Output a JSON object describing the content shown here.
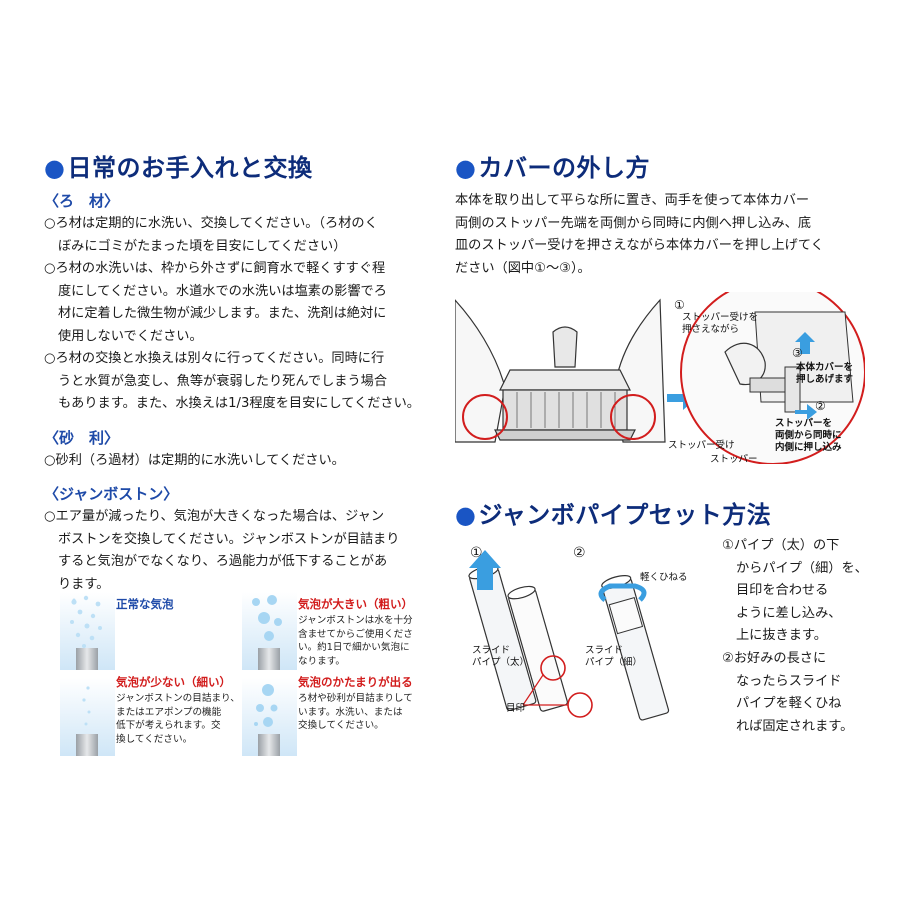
{
  "care": {
    "title": "日常のお手入れと交換",
    "filter": {
      "heading": "〈ろ　材〉",
      "lines": [
        "○ろ材は定期的に水洗い、交換してください。（ろ材のく",
        "ぼみにゴミがたまった頃を目安にしてください）",
        "○ろ材の水洗いは、枠から外さずに飼育水で軽くすすぐ程",
        "度にしてください。水道水での水洗いは塩素の影響でろ",
        "材に定着した微生物が減少します。また、洗剤は絶対に",
        "使用しないでください。",
        "○ろ材の交換と水換えは別々に行ってください。同時に行",
        "うと水質が急変し、魚等が衰弱したり死んでしまう場合",
        "もあります。また、水換えは1/3程度を目安にしてください。"
      ]
    },
    "gravel": {
      "heading": "〈砂　利〉",
      "lines": [
        "○砂利（ろ過材）は定期的に水洗いしてください。"
      ]
    },
    "jumbo": {
      "heading": "〈ジャンボストン〉",
      "lines": [
        "○エア量が減ったり、気泡が大きくなった場合は、ジャン",
        "ボストンを交換してください。ジャンボストンが目詰まり",
        "すると気泡がでなくなり、ろ過能力が低下することがあ",
        "ります。"
      ]
    },
    "bubbles": {
      "normal": {
        "label": "正常な気泡"
      },
      "large": {
        "label": "気泡が大きい（粗い）",
        "lines": [
          "ジャンボストンは水を十分",
          "含ませてからご使用くださ",
          "い。約1日で細かい気泡に",
          "なります。"
        ]
      },
      "few": {
        "label": "気泡が少ない（細い）",
        "lines": [
          "ジャンボストンの目詰まり、",
          "またはエアポンプの機能",
          "低下が考えられます。交",
          "換してください。"
        ]
      },
      "clump": {
        "label": "気泡のかたまりが出る",
        "lines": [
          "ろ材や砂利が目詰まりして",
          "います。水洗い、または",
          "交換してください。"
        ]
      }
    }
  },
  "cover": {
    "title": "カバーの外し方",
    "lines": [
      "本体を取り出して平らな所に置き、両手を使って本体カバー",
      "両側のストッパー先端を両側から同時に内側へ押し込み、底",
      "皿のストッパー受けを押さえながら本体カバーを押し上げてく",
      "ださい（図中①～③）。"
    ],
    "labels": {
      "n1": "①",
      "step1": [
        "ストッパー受けを",
        "押さえながら"
      ],
      "n3": "③",
      "step3": [
        "本体カバーを",
        "押しあげます"
      ],
      "n2": "②",
      "step2": [
        "ストッパーを",
        "両側から同時に",
        "内側に押し込み"
      ],
      "receiver": "ストッパー受け",
      "stopper": "ストッパー"
    }
  },
  "pipe": {
    "title": "ジャンボパイプセット方法",
    "fig1": "①",
    "fig2": "②",
    "twist": "軽くひねる",
    "slide_thick": [
      "スライド",
      "パイプ（太）"
    ],
    "slide_thin": [
      "スライド",
      "パイプ（細）"
    ],
    "mark": "目印",
    "step1_num": "①",
    "step1": [
      "パイプ（太）の下",
      "からパイプ（細）を、",
      "目印を合わせる",
      "ように差し込み、",
      "上に抜きます。"
    ],
    "step2_num": "②",
    "step2": [
      "お好みの長さに",
      "なったらスライド",
      "パイプを軽くひね",
      "れば固定されます。"
    ]
  },
  "colors": {
    "title": "#0d2c7a",
    "accent": "#1a55c4",
    "warning": "#d21d1d",
    "arrow": "#3a9ee0"
  }
}
